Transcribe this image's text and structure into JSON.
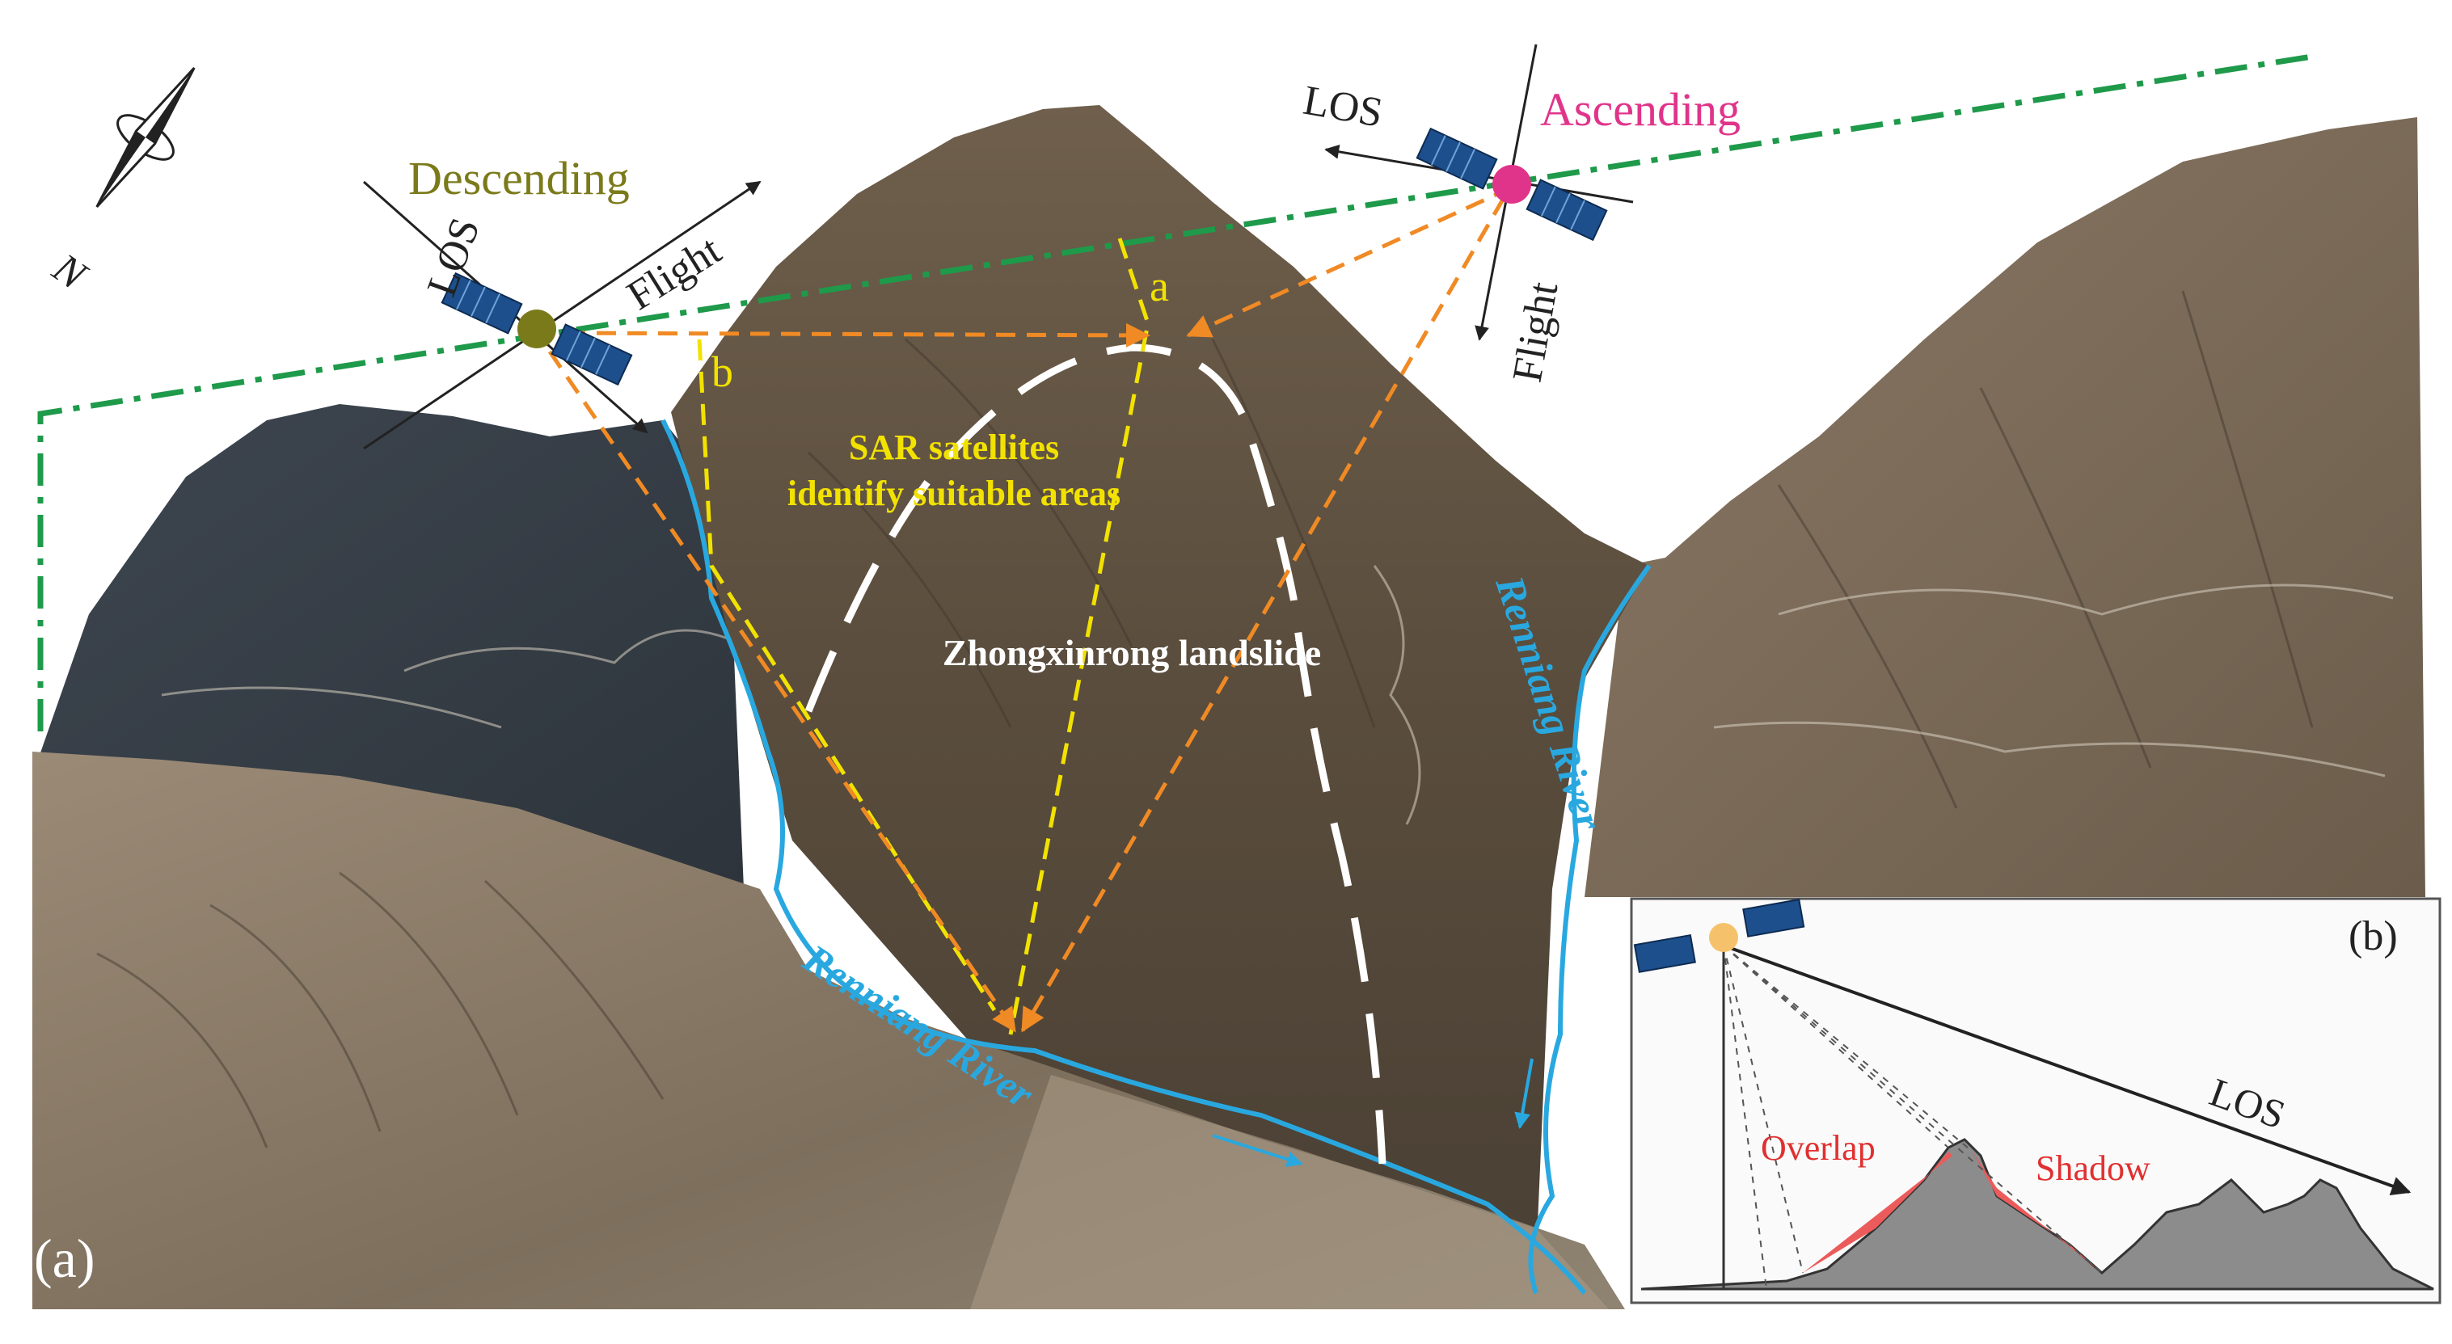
{
  "panel_a": {
    "label": "(a)",
    "north_label": "N",
    "descending": {
      "name": "Descending",
      "los": "LOS",
      "flight": "Flight"
    },
    "ascending": {
      "name": "Ascending",
      "los": "LOS",
      "flight": "Flight"
    },
    "point_a": "a",
    "point_b": "b",
    "sar_note_line1": "SAR satellites",
    "sar_note_line2": "identify suitable areas",
    "landslide_label": "Zhongxinrong landslide",
    "river_label_right": "Renniang River",
    "river_label_bottom": "Renniang River"
  },
  "panel_b": {
    "label": "(b)",
    "los": "LOS",
    "overlap": "Overlap",
    "shadow": "Shadow"
  },
  "colors": {
    "descending": "#7b7a1a",
    "ascending": "#e0348a",
    "los_lines": "#f08a24",
    "yellow_text": "#f2e200",
    "river": "#29a8e0",
    "orbit": "#1e9a4a",
    "red_zone": "#ec5b5b",
    "terrain_gray": "#8c8c8c"
  }
}
